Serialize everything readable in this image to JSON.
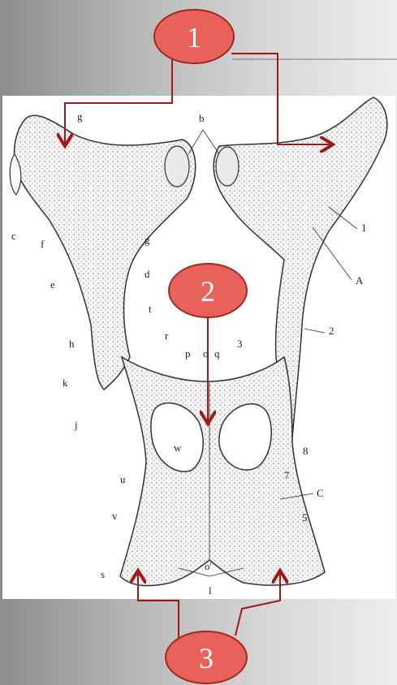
{
  "badges": [
    {
      "id": "1",
      "label": "1"
    },
    {
      "id": "2",
      "label": "2"
    },
    {
      "id": "3",
      "label": "3"
    }
  ],
  "labels": {
    "g": "g",
    "b": "b",
    "c": "c",
    "f": "f",
    "a_right": "1",
    "e": "e",
    "A": "A",
    "d": "d",
    "t": "t",
    "two": "2",
    "h": "h",
    "r": "r",
    "p": "p",
    "o": "o",
    "q": "q",
    "three": "3",
    "k": "k",
    "j": "j",
    "w": "w",
    "eight": "8",
    "u": "u",
    "seven": "7",
    "C": "C",
    "v": "v",
    "five": "5",
    "o_prime": "o'",
    "s": "s",
    "l": "l"
  },
  "colors": {
    "badge_fill": "#e8625a",
    "badge_stroke": "#a02a22",
    "arrow": "#a01818",
    "bone_outline": "#333333",
    "bone_shade": "#bdbdbd"
  }
}
